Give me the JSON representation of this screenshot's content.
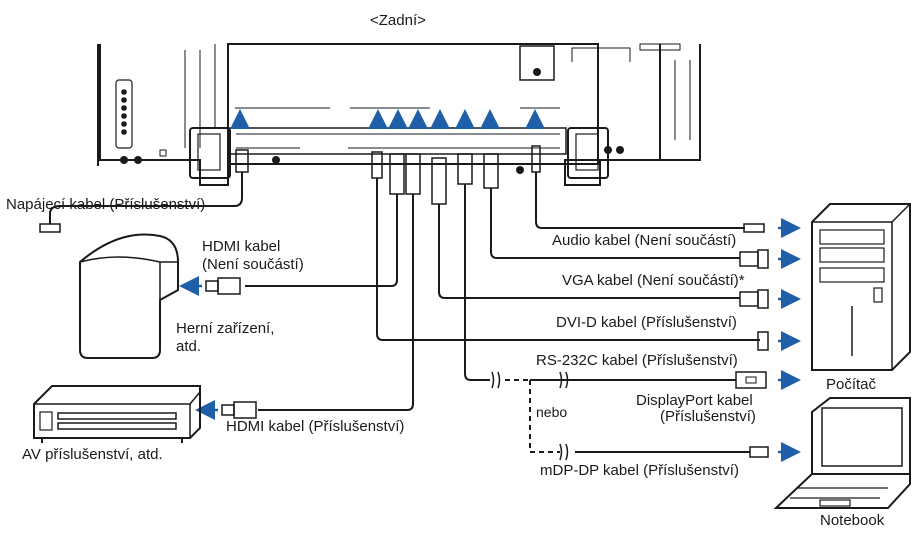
{
  "diagram": {
    "title": "<Zadní>",
    "colors": {
      "arrow": "#1f5fa8",
      "line": "#1a1a1a",
      "panel": "#ffffff"
    },
    "monitor_labels": {
      "power_cable": "Napájecí kabel (Příslušenství)"
    },
    "cables": [
      {
        "id": "audio",
        "label": "Audio kabel  (Není součástí)"
      },
      {
        "id": "vga",
        "label": "VGA kabel (Není součástí)*"
      },
      {
        "id": "dvi",
        "label": "DVI-D kabel (Příslušenství)"
      },
      {
        "id": "rs232",
        "label": "RS-232C kabel (Příslušenství)"
      },
      {
        "id": "displayport",
        "label_line1": "DisplayPort kabel",
        "label_line2": "(Příslušenství)"
      },
      {
        "id": "mdp",
        "label": "mDP-DP kabel (Příslušenství)"
      }
    ],
    "or_label": "nebo",
    "hdmi_game": {
      "line1": "HDMI kabel",
      "line2": "(Není součástí)"
    },
    "hdmi_av": "HDMI kabel (Příslušenství)",
    "devices": {
      "game": {
        "line1": "Herní zařízení,",
        "line2": "atd."
      },
      "av": "AV příslušenství, atd.",
      "computer": "Počítač",
      "notebook": "Notebook"
    }
  }
}
